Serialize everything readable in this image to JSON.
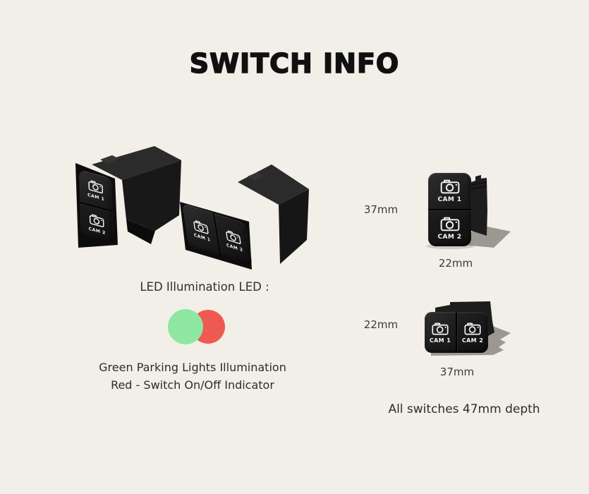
{
  "page": {
    "title": "SWITCH INFO",
    "background_color": "#f2efe8"
  },
  "led_info": {
    "heading": "LED Illumination LED :",
    "green_circle_color": "#8ee8a2",
    "red_circle_color": "#ee5a52",
    "line1": "Green Parking Lights Illumination",
    "line2": "Red - Switch On/Off Indicator"
  },
  "switches": {
    "button_color": "#1b1b1b",
    "cam1_label": "CAM 1",
    "cam2_label": "CAM 2",
    "vertical_switch": {
      "height_label": "37mm",
      "width_label": "22mm"
    },
    "horizontal_switch": {
      "height_label": "22mm",
      "width_label": "37mm"
    },
    "depth_note": "All switches 47mm depth"
  }
}
